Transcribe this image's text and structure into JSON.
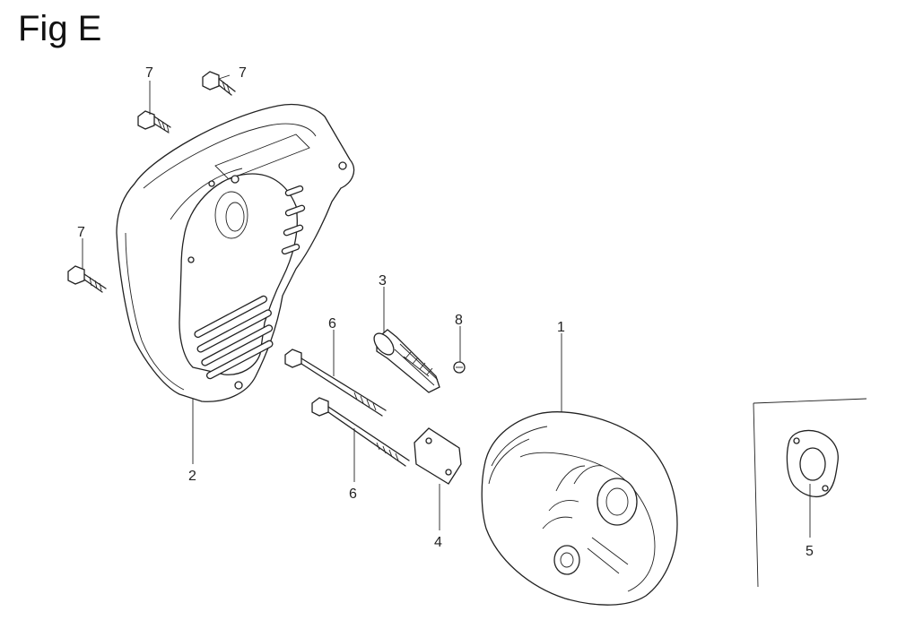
{
  "figure": {
    "title": "Fig E"
  },
  "callouts": [
    {
      "id": "c7a",
      "text": "7"
    },
    {
      "id": "c7b",
      "text": "7"
    },
    {
      "id": "c7c",
      "text": "7"
    },
    {
      "id": "c2",
      "text": "2"
    },
    {
      "id": "c3",
      "text": "3"
    },
    {
      "id": "c8",
      "text": "8"
    },
    {
      "id": "c6a",
      "text": "6"
    },
    {
      "id": "c6b",
      "text": "6"
    },
    {
      "id": "c1",
      "text": "1"
    },
    {
      "id": "c4",
      "text": "4"
    },
    {
      "id": "c5",
      "text": "5"
    }
  ]
}
